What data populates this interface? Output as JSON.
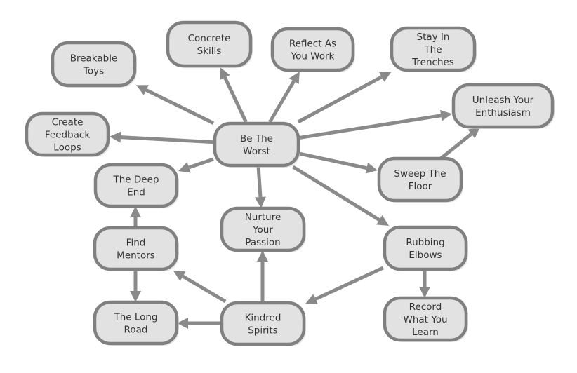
{
  "diagram": {
    "title": "Be The Worst concept map",
    "colors": {
      "node_fill": "#e2e2e2",
      "node_border": "#808080",
      "edge": "#8a8a8a",
      "text": "#333333"
    },
    "nodes": [
      {
        "id": "be-the-worst",
        "lines": [
          "Be The",
          "Worst"
        ]
      },
      {
        "id": "breakable-toys",
        "lines": [
          "Breakable",
          "Toys"
        ]
      },
      {
        "id": "concrete-skills",
        "lines": [
          "Concrete",
          "Skills"
        ]
      },
      {
        "id": "reflect-as-you-work",
        "lines": [
          "Reflect As",
          "You Work"
        ]
      },
      {
        "id": "stay-in-the-trenches",
        "lines": [
          "Stay In",
          "The",
          "Trenches"
        ]
      },
      {
        "id": "unleash-your-enthusiasm",
        "lines": [
          "Unleash Your",
          "Enthusiasm"
        ]
      },
      {
        "id": "create-feedback-loops",
        "lines": [
          "Create",
          "Feedback",
          "Loops"
        ]
      },
      {
        "id": "the-deep-end",
        "lines": [
          "The Deep",
          "End"
        ]
      },
      {
        "id": "sweep-the-floor",
        "lines": [
          "Sweep The",
          "Floor"
        ]
      },
      {
        "id": "find-mentors",
        "lines": [
          "Find",
          "Mentors"
        ]
      },
      {
        "id": "nurture-your-passion",
        "lines": [
          "Nurture",
          "Your",
          "Passion"
        ]
      },
      {
        "id": "rubbing-elbows",
        "lines": [
          "Rubbing",
          "Elbows"
        ]
      },
      {
        "id": "the-long-road",
        "lines": [
          "The Long",
          "Road"
        ]
      },
      {
        "id": "kindred-spirits",
        "lines": [
          "Kindred",
          "Spirits"
        ]
      },
      {
        "id": "record-what-you-learn",
        "lines": [
          "Record",
          "What You",
          "Learn"
        ]
      }
    ],
    "edges": [
      {
        "from": "be-the-worst",
        "to": "breakable-toys"
      },
      {
        "from": "be-the-worst",
        "to": "concrete-skills"
      },
      {
        "from": "be-the-worst",
        "to": "reflect-as-you-work"
      },
      {
        "from": "be-the-worst",
        "to": "stay-in-the-trenches"
      },
      {
        "from": "be-the-worst",
        "to": "unleash-your-enthusiasm"
      },
      {
        "from": "be-the-worst",
        "to": "create-feedback-loops"
      },
      {
        "from": "be-the-worst",
        "to": "the-deep-end"
      },
      {
        "from": "be-the-worst",
        "to": "sweep-the-floor"
      },
      {
        "from": "be-the-worst",
        "to": "nurture-your-passion"
      },
      {
        "from": "be-the-worst",
        "to": "rubbing-elbows"
      },
      {
        "from": "sweep-the-floor",
        "to": "unleash-your-enthusiasm"
      },
      {
        "from": "find-mentors",
        "to": "the-deep-end"
      },
      {
        "from": "find-mentors",
        "to": "the-long-road"
      },
      {
        "from": "kindred-spirits",
        "to": "find-mentors"
      },
      {
        "from": "kindred-spirits",
        "to": "nurture-your-passion"
      },
      {
        "from": "kindred-spirits",
        "to": "the-long-road"
      },
      {
        "from": "rubbing-elbows",
        "to": "kindred-spirits"
      },
      {
        "from": "rubbing-elbows",
        "to": "record-what-you-learn"
      }
    ]
  }
}
